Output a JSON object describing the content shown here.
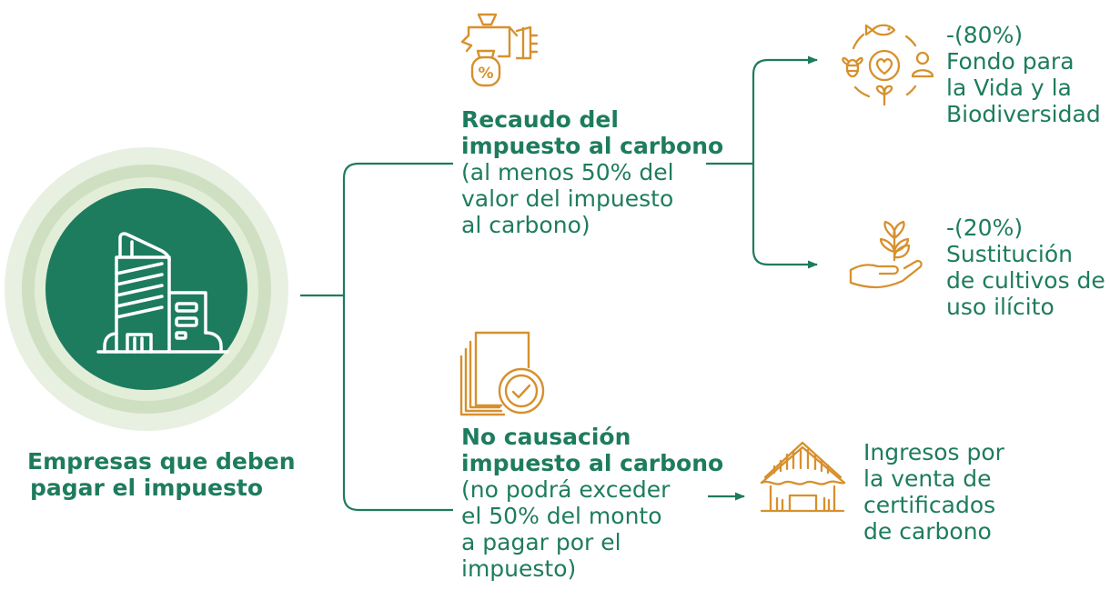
{
  "colors": {
    "green": "#1e7c5e",
    "orange": "#d7902d",
    "halo_outer": "#e8f0e1",
    "halo_mid": "#cfe0c2",
    "halo_inner": "#e3eed9"
  },
  "icons": {
    "company": "office-building-icon",
    "collection": "hand-with-money-bag-icon",
    "certificate": "certified-documents-icon",
    "biodiversity": "biodiversity-cycle-icon",
    "substitution": "hand-holding-plant-icon",
    "hut": "thatched-hut-icon"
  },
  "companies": {
    "line1": "Empresas que deben",
    "line2": "pagar el impuesto"
  },
  "collection": {
    "title1": "Recaudo del",
    "title2": "impuesto al carbono",
    "desc": [
      "(al menos 50% del",
      "valor del impuesto",
      "al carbono)"
    ]
  },
  "non_causation": {
    "title1": "No causación",
    "title2": "impuesto al carbono",
    "desc": [
      "(no podrá exceder",
      "el 50% del monto",
      "a pagar por el",
      "impuesto)"
    ]
  },
  "fund": {
    "lines": [
      "-(80%)",
      "Fondo para",
      "la Vida y la",
      "Biodiversidad"
    ]
  },
  "substitution": {
    "lines": [
      "-(20%)",
      "Sustitución",
      "de cultivos de",
      "uso ilícito"
    ]
  },
  "certificates": {
    "lines": [
      "Ingresos por",
      "la venta de",
      "certificados",
      "de carbono"
    ]
  }
}
